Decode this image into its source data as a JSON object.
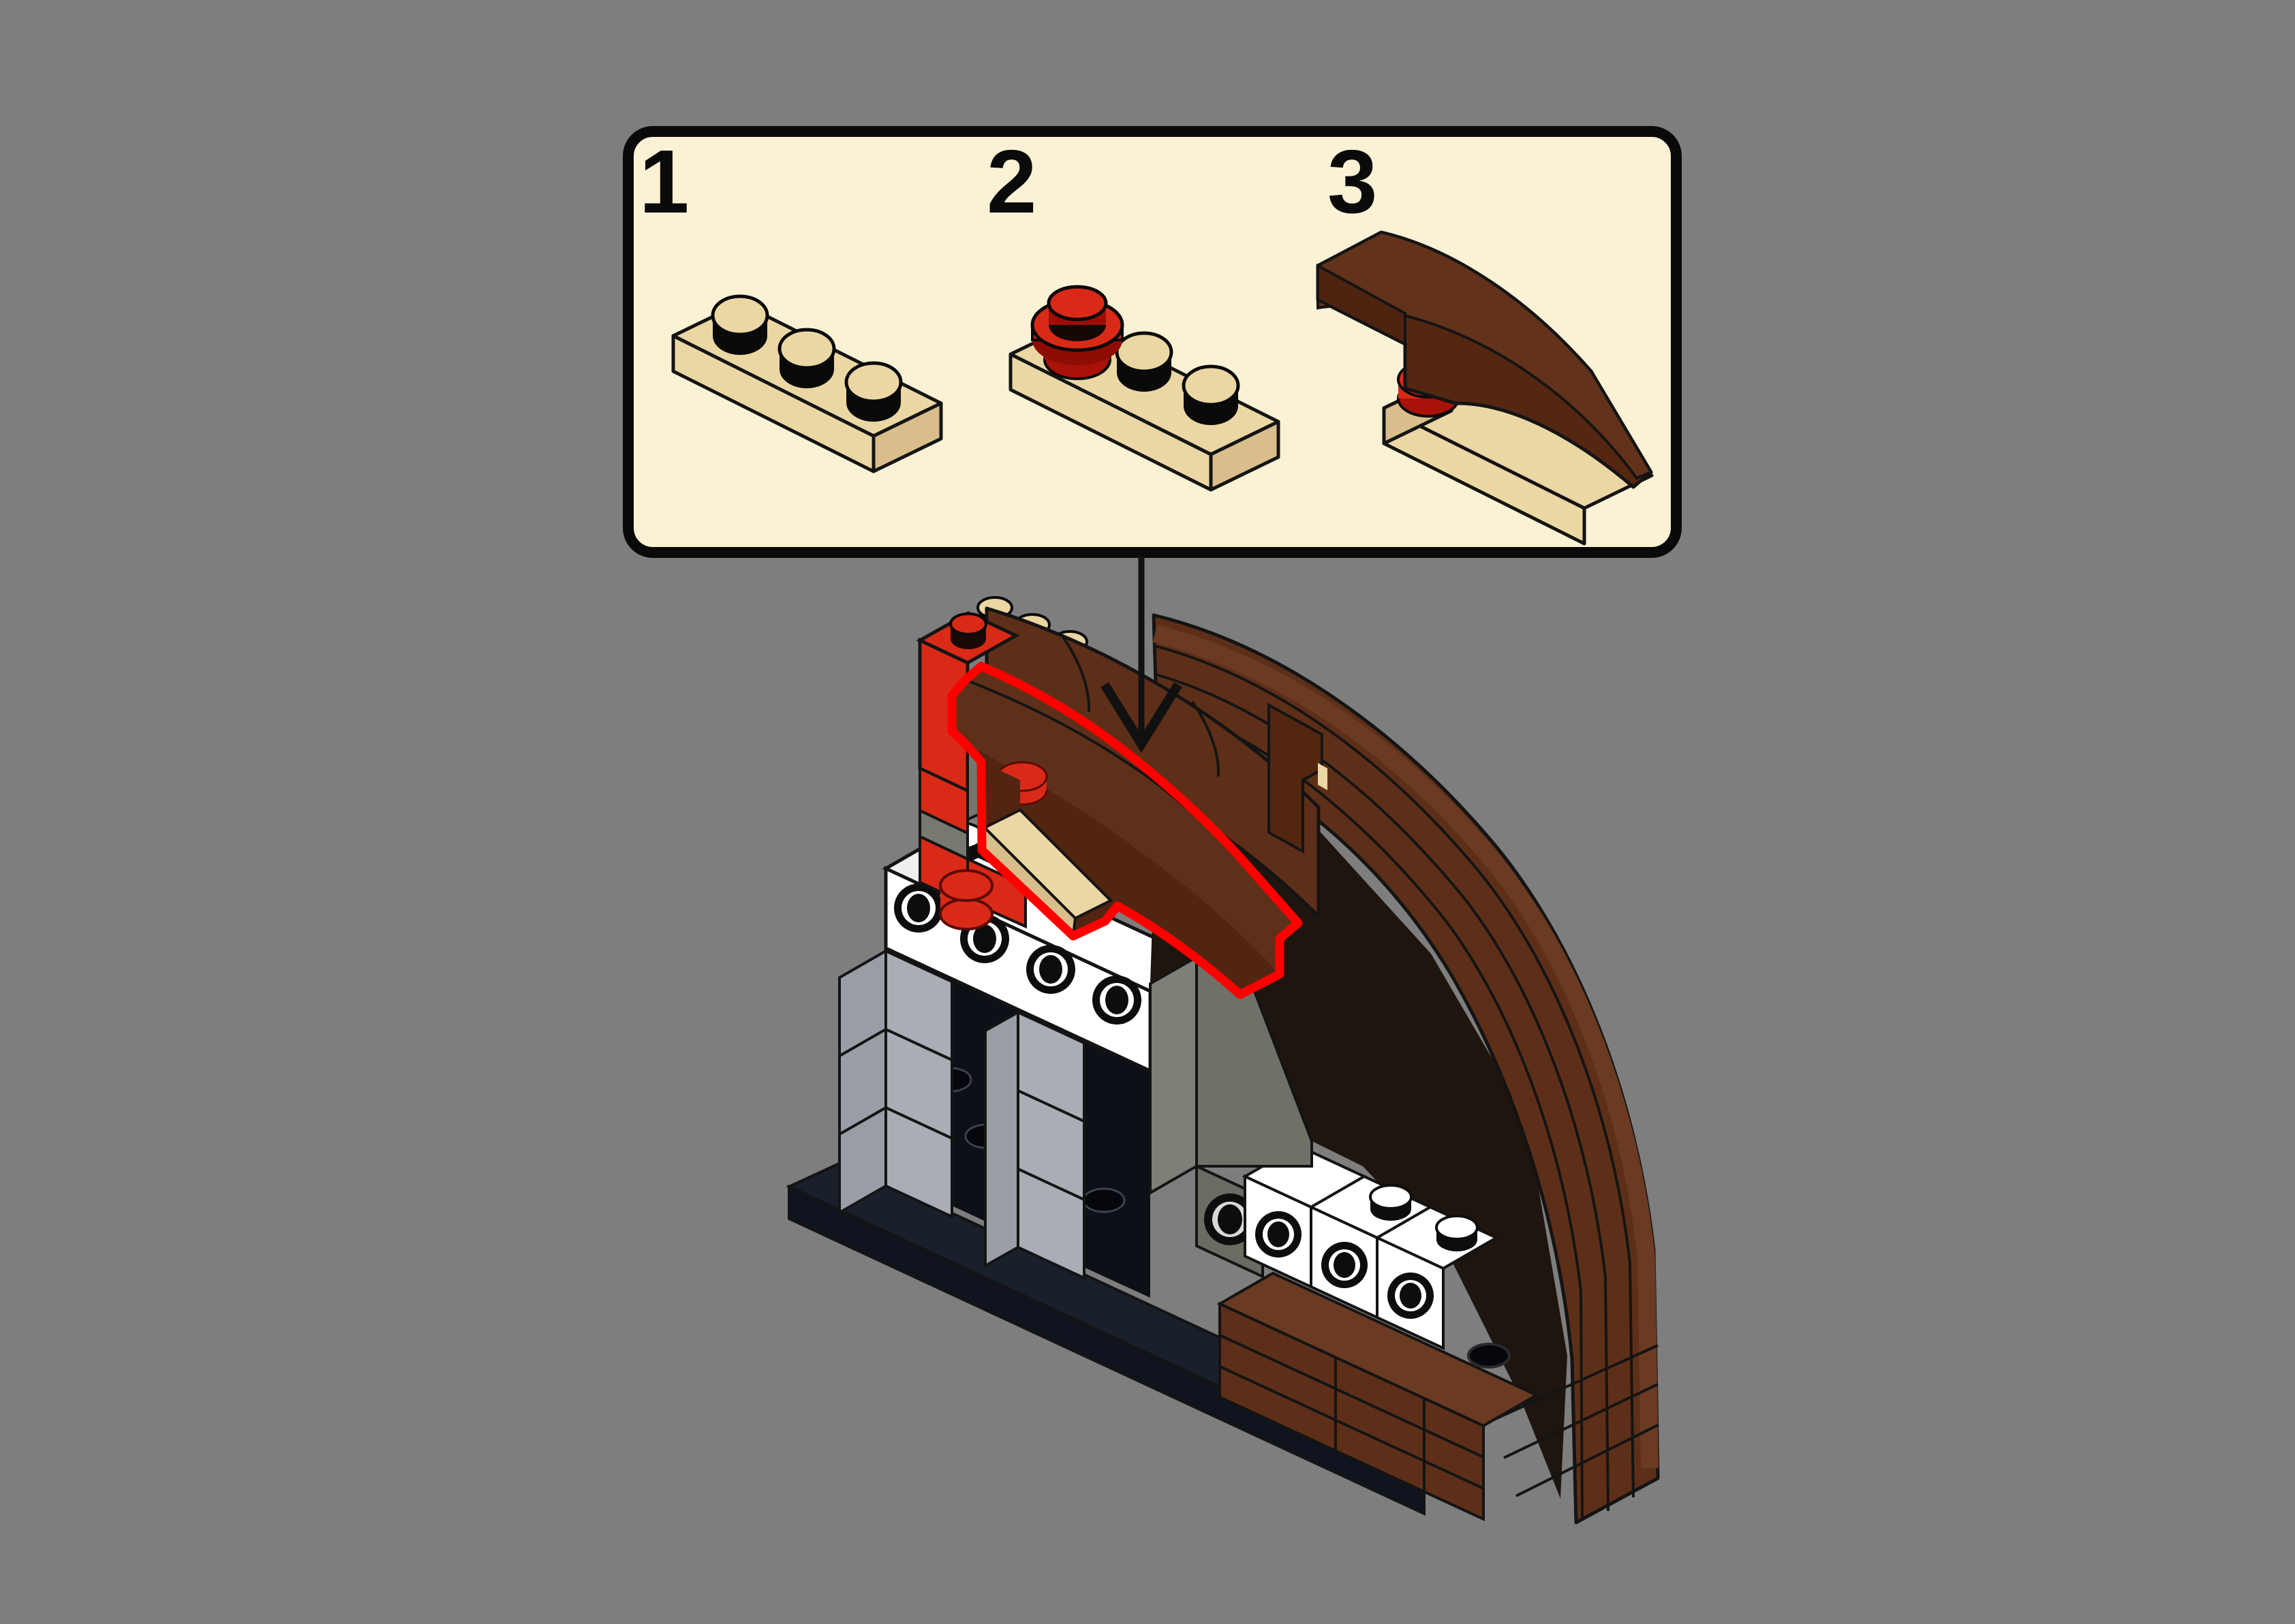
{
  "background_color": "#7E7E7E",
  "panel": {
    "fill": "#FBF2D6",
    "border_color": "#000000",
    "steps": [
      {
        "number": "1",
        "piece": "tan 1x3 plate"
      },
      {
        "number": "2",
        "piece": "red 1x1 round plate on tan 1x3 plate"
      },
      {
        "number": "3",
        "piece": "reddish-brown 1x4 curved slope on tan 1x3 plate with red 1x1 round plate"
      }
    ]
  },
  "arrow": {
    "direction": "down",
    "color": "#111111"
  },
  "model": {
    "name": "ship-bow hull assembly",
    "highlight_color": "#FF0000",
    "highlighted_part": "step-3 sub-assembly placed onto hull side",
    "parts": [
      "red 1x1 brick",
      "tan plate studs",
      "reddish-brown curved hull slopes",
      "dark-gray technic brick with pin hole",
      "white technic brick 1x4 with holes",
      "light-bluish-gray brick columns",
      "black base plates with studs",
      "dark-gray slope brick",
      "white technic bricks 1x2 with holes",
      "reddish-brown plates",
      "red 1x1 round plates",
      "sideways tan 1x3 plate"
    ]
  },
  "colors": {
    "background": "#7E7E7E",
    "cream": "#FBF2D6",
    "tan": "#EBD7A4",
    "tan_dark": "#D9BE8C",
    "red": "#D92A18",
    "red_dark": "#A81208",
    "brown": "#5E2F18",
    "brown_light": "#6B3A22",
    "brown_dark": "#4E2410",
    "white": "#FFFFFF",
    "white_shade": "#EFEFEF",
    "ltgray": "#A9AEB6",
    "ltgray_dark": "#999EA6",
    "darkgray": "#6F7068",
    "darkgray_light": "#7E7F77",
    "gray_tech": "#75766D",
    "navy": "#10141E",
    "black": "#0A0A0A",
    "highlight": "#FF0000",
    "outline": "#141414"
  }
}
